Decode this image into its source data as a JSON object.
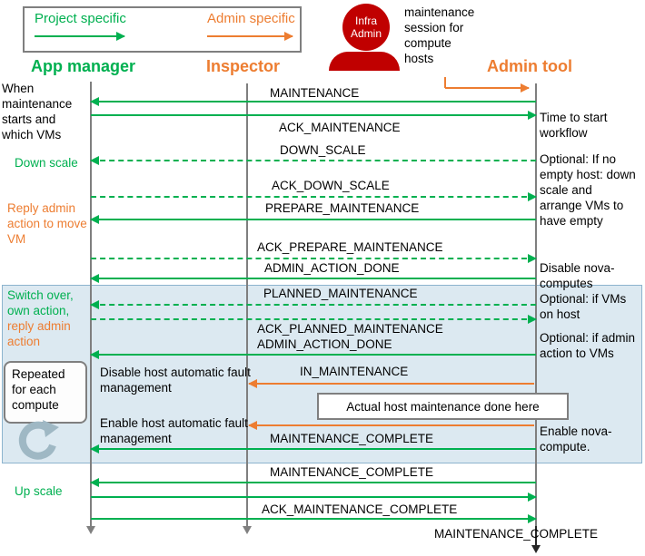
{
  "colors": {
    "green": "#00B050",
    "orange": "#ED7D31",
    "red": "#C00000",
    "gray": "#7F7F7F",
    "blue_bg": "#DCE9F1"
  },
  "legend": {
    "project": "Project specific",
    "admin": "Admin specific"
  },
  "actor": {
    "avatar_line1": "Infra",
    "avatar_line2": "Admin",
    "caption": "maintenance session for compute hosts"
  },
  "lifelines": [
    {
      "name": "App manager"
    },
    {
      "name": "Inspector"
    },
    {
      "name": "Admin tool"
    }
  ],
  "messages": [
    "MAINTENANCE",
    "ACK_MAINTENANCE",
    "DOWN_SCALE",
    "ACK_DOWN_SCALE",
    "PREPARE_MAINTENANCE",
    "ACK_PREPARE_MAINTENANCE",
    "ADMIN_ACTION_DONE",
    "PLANNED_MAINTENANCE",
    "ACK_PLANNED_MAINTENANCE",
    "ADMIN_ACTION_DONE",
    "IN_MAINTENANCE",
    "MAINTENANCE_COMPLETE",
    "MAINTENANCE_COMPLETE",
    "ACK_MAINTENANCE_COMPLETE",
    "MAINTENANCE_COMPLETE"
  ],
  "annotations": {
    "left": {
      "when_maintenance": "When maintenance starts and which VMs",
      "down_scale": "Down scale",
      "reply_admin": "Reply admin action to move VM",
      "switch_over_green": "Switch over, own action,",
      "switch_over_orange": "reply admin action",
      "repeated": "Repeated for each compute",
      "up_scale": "Up scale"
    },
    "inspector": {
      "disable_fault": "Disable host automatic fault management",
      "enable_fault": "Enable host automatic fault management"
    },
    "right": {
      "time_to_start": "Time to start workflow",
      "optional_no_empty": "Optional: If no empty host: down scale and arrange VMs to have empty",
      "disable_nova": "Disable nova-computes",
      "optional_vms": "Optional: if VMs on host",
      "optional_admin": "Optional: if admin action to VMs",
      "enable_nova": "Enable nova-compute."
    },
    "center_box": "Actual host maintenance done here"
  }
}
